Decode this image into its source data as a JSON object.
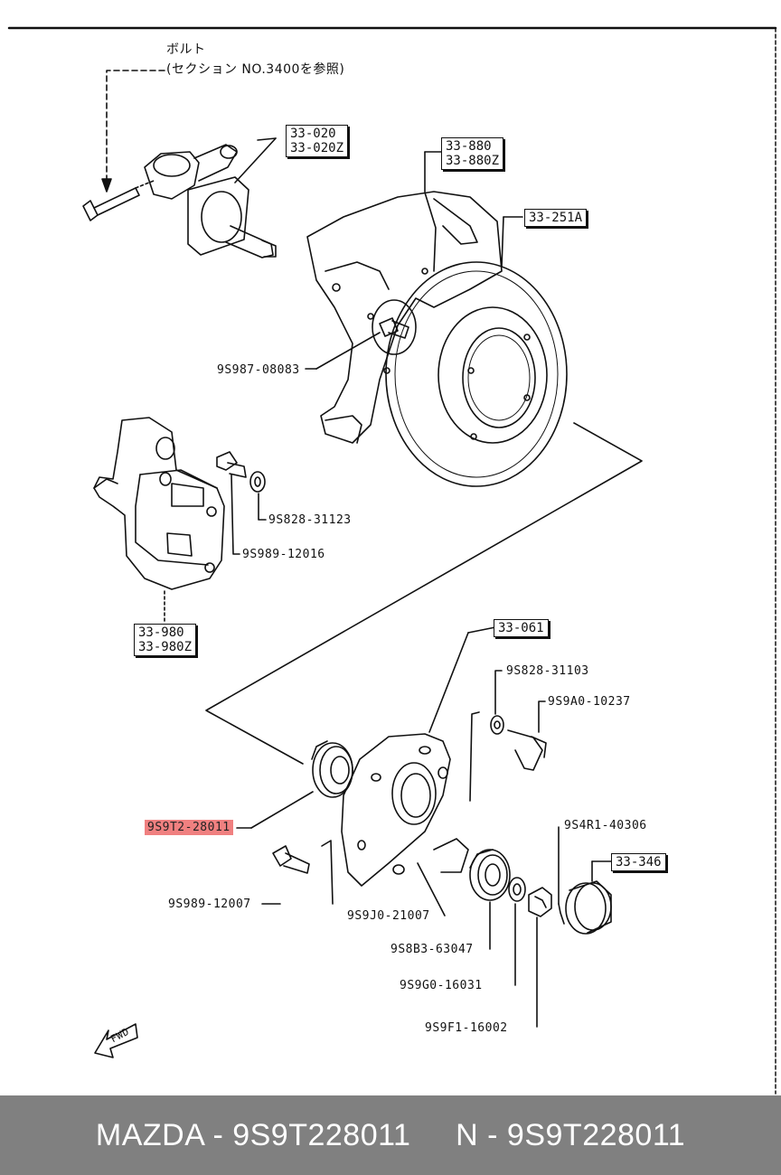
{
  "header_note": {
    "line1": "ボルト",
    "line2": "(セクション NO.3400を参照)"
  },
  "boxed_labels": {
    "knuckle": [
      "33-020",
      "33-020Z"
    ],
    "dust_cover": [
      "33-880",
      "33-880Z"
    ],
    "disc": [
      "33-251A"
    ],
    "caliper": [
      "33-980",
      "33-980Z"
    ],
    "hub": [
      "33-061"
    ],
    "cap": [
      "33-346"
    ]
  },
  "part_labels": {
    "bolt_disc": "9S987-08083",
    "washer_caliper": "9S828-31123",
    "bolt_caliper": "9S989-12016",
    "washer_hub": "9S828-31103",
    "bolt_hub": "9S9A0-10237",
    "oil_seal": "9S9T2-28011",
    "hub_bolt": "9S989-12007",
    "bearing_inner": "9S9J0-21007",
    "bearing_outer": "9S8B3-63047",
    "washer_nut": "9S9G0-16031",
    "nut": "9S9F1-16002",
    "cotter_pin": "9S4R1-40306"
  },
  "fwd_label": "FWD",
  "footer": {
    "left": "MAZDA - 9S9T228011",
    "right": "N - 9S9T228011"
  },
  "colors": {
    "highlight": "#f08080",
    "footer_bg": "#808080",
    "line": "#111111"
  }
}
